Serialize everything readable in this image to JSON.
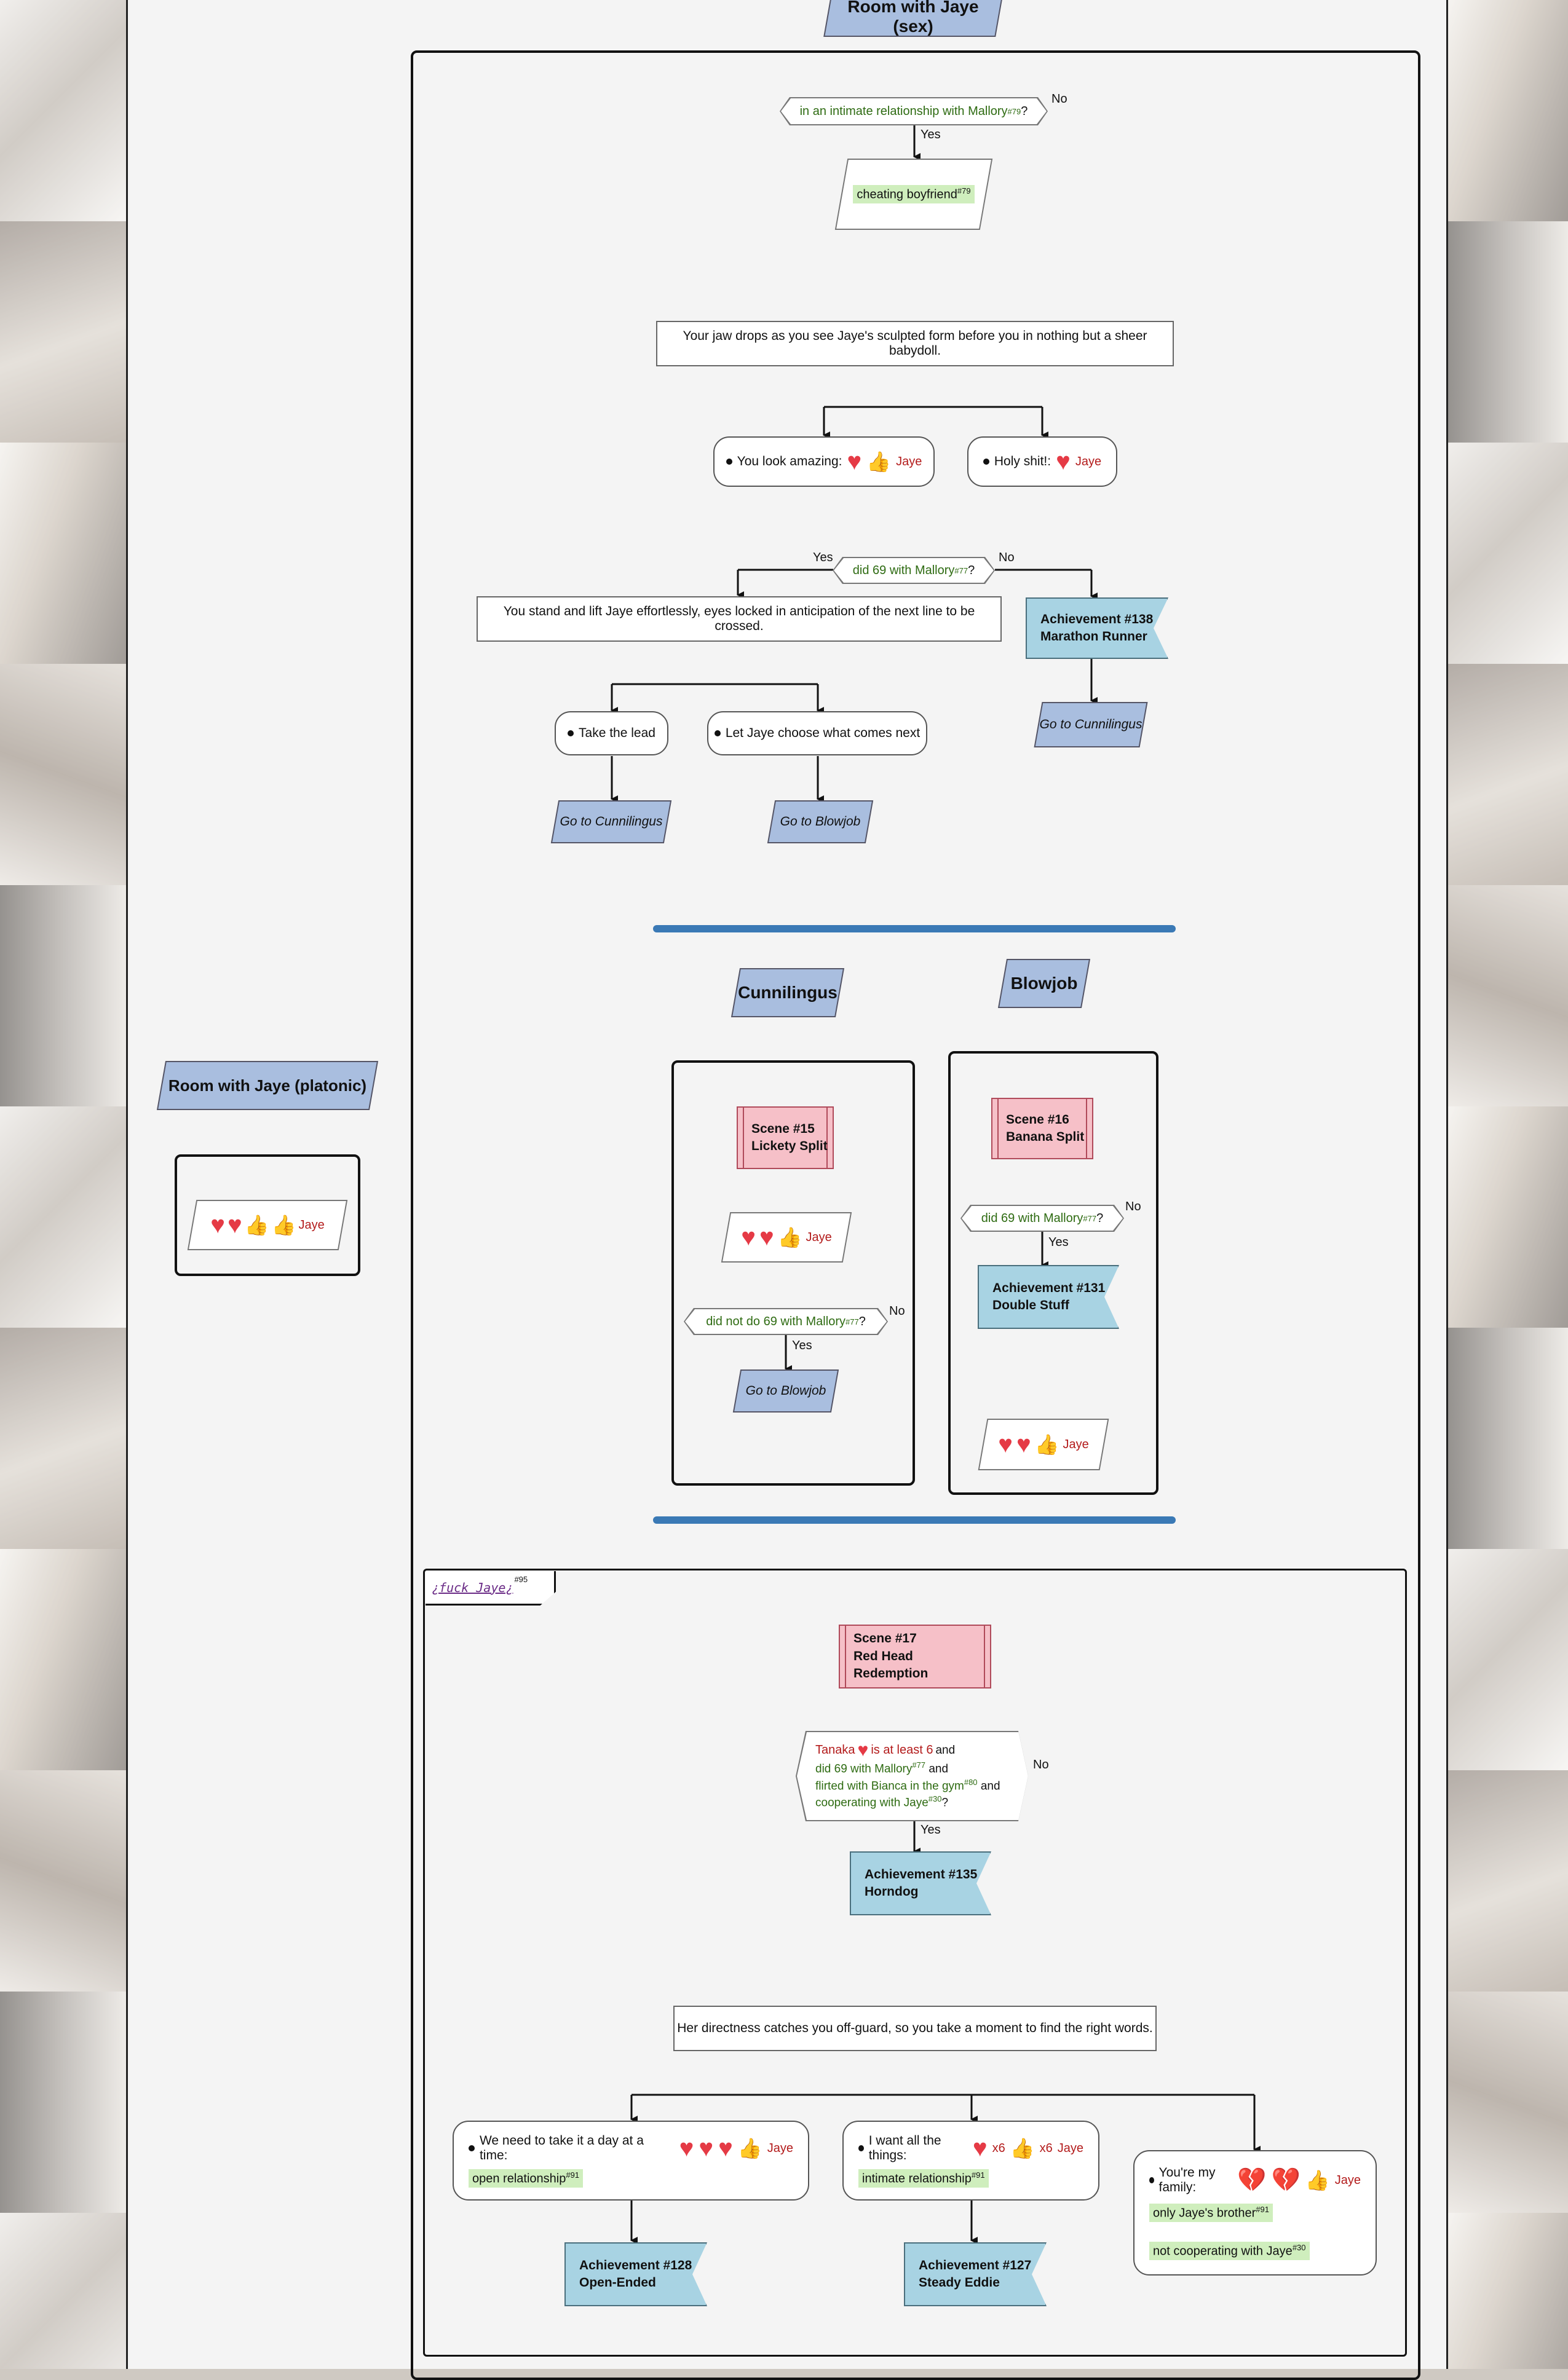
{
  "sections": {
    "sex_title": "Room with Jaye (sex)",
    "platonic_title": "Room with Jaye (platonic)",
    "cunnilingus_title": "Cunnilingus",
    "blowjob_title": "Blowjob"
  },
  "common": {
    "yes": "Yes",
    "no": "No",
    "jaye": "Jaye",
    "q": "?"
  },
  "intro": {
    "condition_text": "in an intimate relationship with Mallory",
    "condition_ref": "#79",
    "flag_text": "cheating boyfriend",
    "flag_ref": "#79",
    "narration": "Your jaw drops as you see Jaye's sculpted form before you in nothing but a sheer babydoll."
  },
  "choices_1": {
    "a": "You look amazing:",
    "b": "Holy shit!:"
  },
  "cond_69": {
    "text": "did 69 with Mallory",
    "ref": "#77",
    "narration": "You stand and lift Jaye effortlessly, eyes locked in anticipation of the next line to be crossed.",
    "ach_no_num": "Achievement #138",
    "ach_no_name": "Marathon Runner",
    "goto_no": "Go to Cunnilingus"
  },
  "choices_2": {
    "a": "Take the lead",
    "b": "Let Jaye choose what comes next",
    "goto_a": "Go to Cunnilingus",
    "goto_b": "Go to Blowjob"
  },
  "cunni": {
    "scene_num": "Scene #15",
    "scene_name": "Lickety Split",
    "cond_text": "did not do 69 with Mallory",
    "cond_ref": "#77",
    "goto": "Go to Blowjob"
  },
  "blow": {
    "scene_num": "Scene #16",
    "scene_name": "Banana Split",
    "cond_text": "did 69 with Mallory",
    "cond_ref": "#77",
    "ach_num": "Achievement #131",
    "ach_name": "Double Stuff"
  },
  "fuck": {
    "tag": "¿fuck Jaye¿",
    "tag_ref": "#95",
    "scene_num": "Scene #17",
    "scene_name": "Red Head Redemption",
    "cond_line1_name": "Tanaka",
    "cond_line1_rest": "is at least 6",
    "cond_line1_and": "and",
    "cond_line2": "did 69 with Mallory",
    "cond_line2_ref": "#77",
    "cond_line2_and": "and",
    "cond_line3": "flirted with Bianca in the gym",
    "cond_line3_ref": "#80",
    "cond_line3_and": "and",
    "cond_line4": "cooperating with Jaye",
    "cond_line4_ref": "#30",
    "ach_num": "Achievement #135",
    "ach_name": "Horndog",
    "narration": "Her directness catches you off-guard, so you take a moment to find the right words.",
    "choice_a": "We need to take it a day at a time:",
    "choice_a_flag": "open relationship",
    "choice_a_ref": "#91",
    "choice_b": "I want all the things:",
    "choice_b_mult": "x6",
    "choice_b_flag": "intimate relationship",
    "choice_b_ref": "#91",
    "choice_c": "You're my family:",
    "choice_c_flag": "only Jaye's brother",
    "choice_c_ref": "#91",
    "choice_c_flag2": "not cooperating with Jaye",
    "choice_c_ref2": "#30",
    "ach_a_num": "Achievement #128",
    "ach_a_name": "Open-Ended",
    "ach_b_num": "Achievement #127",
    "ach_b_name": "Steady Eddie"
  },
  "icons": {
    "heart": "♥",
    "thumb": "👍",
    "broken": "💔"
  },
  "colors": {
    "goto": "#a9bedf",
    "achievement": "#a8d3e3",
    "scene": "#f6c0c8",
    "condition_text": "#2e6b12",
    "character_name": "#b31b1b",
    "flag_highlight": "#cfeebd",
    "divider": "#3a79b5"
  }
}
